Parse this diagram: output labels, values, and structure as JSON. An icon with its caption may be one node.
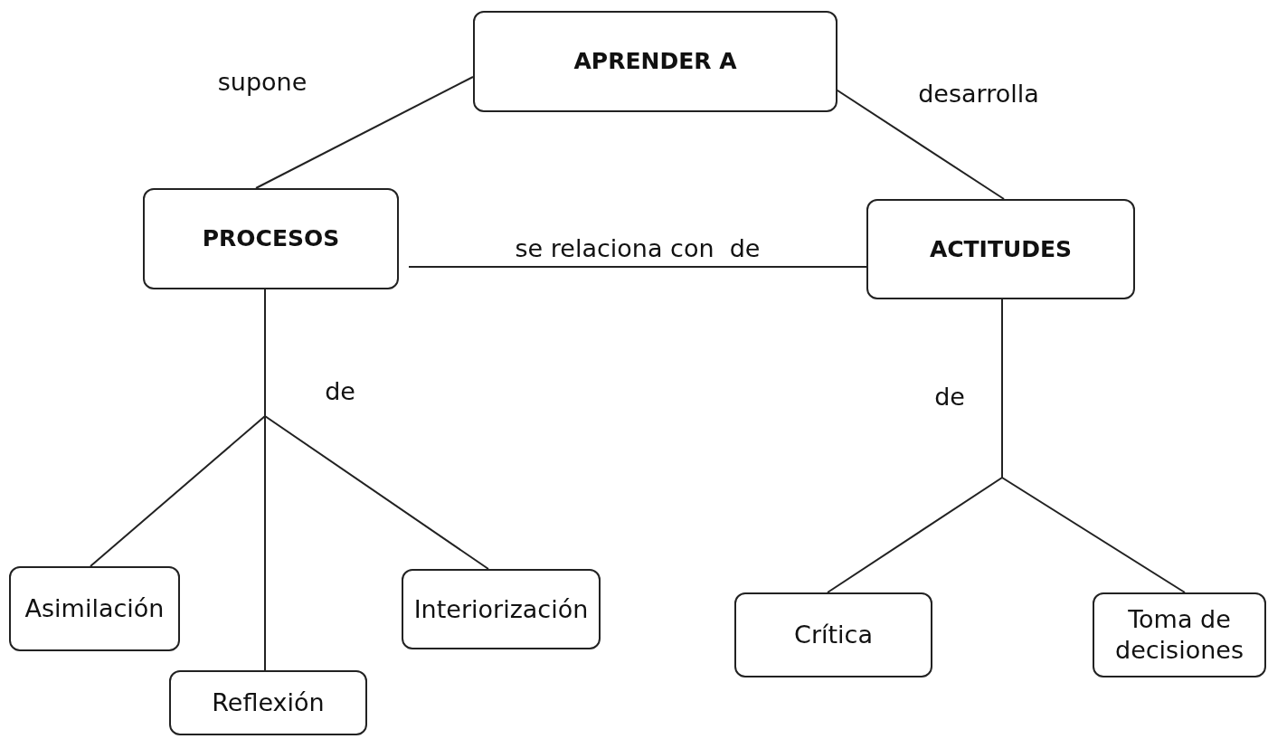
{
  "diagram": {
    "nodes": [
      {
        "text": [
          "APRENDER A"
        ]
      },
      {
        "text": [
          "PROCESOS"
        ]
      },
      {
        "text": [
          "ACTITUDES"
        ]
      },
      {
        "text": [
          "Asimilación"
        ]
      },
      {
        "text": [
          "Reflexión"
        ]
      },
      {
        "text": [
          "Interiorización"
        ]
      },
      {
        "text": [
          "Crítica"
        ]
      },
      {
        "text": [
          "Toma de decisiones"
        ]
      }
    ],
    "edges": [
      {
        "from": 0,
        "to": 1,
        "arrow": "none",
        "label": "supone"
      },
      {
        "from": 0,
        "to": 2,
        "arrow": "none",
        "label": "desarrolla"
      },
      {
        "from": 1,
        "to": 2,
        "arrow": "none",
        "label": "se relaciona con  de"
      },
      {
        "from": 1,
        "to": 3,
        "arrow": "none",
        "label": "de"
      },
      {
        "from": 1,
        "to": 4,
        "arrow": "none"
      },
      {
        "from": 1,
        "to": 5,
        "arrow": "none"
      },
      {
        "from": 2,
        "to": 6,
        "arrow": "none",
        "label": "de"
      },
      {
        "from": 2,
        "to": 7,
        "arrow": "none"
      }
    ]
  }
}
